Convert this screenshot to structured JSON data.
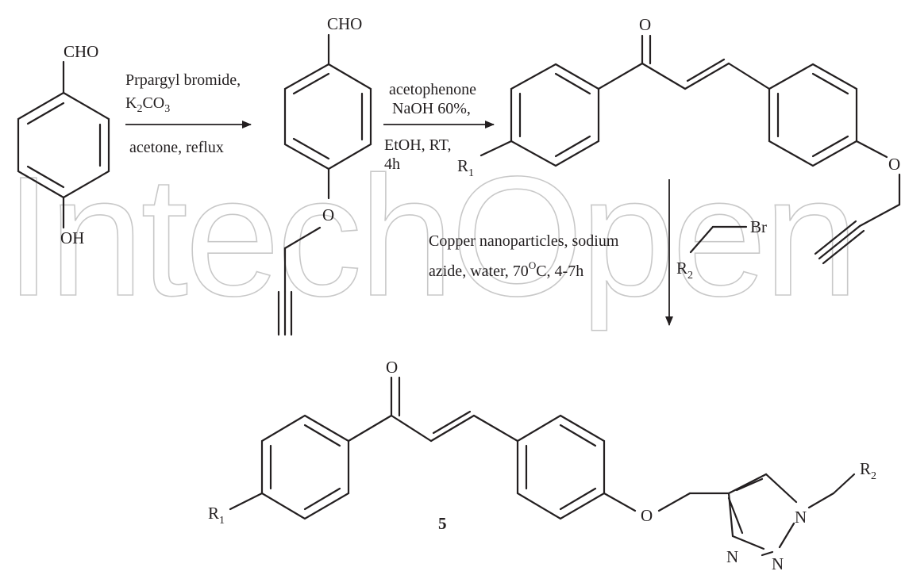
{
  "watermark": "IntechOpen",
  "atoms": {
    "cho": "CHO",
    "oh": "OH",
    "o": "O",
    "br": "Br",
    "n": "N",
    "r": "R",
    "sub1": "1",
    "sub2": "2"
  },
  "compound_number": "5",
  "step1": {
    "line1": "Prpargyl bromide,",
    "reagent_k": "K",
    "reagent_k_sub": "2",
    "reagent_co": "CO",
    "reagent_co_sub": "3",
    "line3": "acetone, reflux"
  },
  "step2": {
    "line1": "acetophenone",
    "line2": "NaOH 60%,",
    "line3": "EtOH, RT,",
    "line4": "4h"
  },
  "step3": {
    "line1": "Copper nanoparticles, sodium",
    "line2_a": "azide, water, 70",
    "line2_sup": "O",
    "line2_b": "C, 4-7h"
  }
}
